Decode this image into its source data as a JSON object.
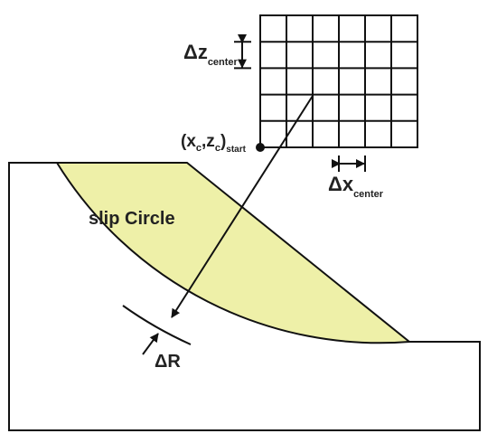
{
  "labels": {
    "slip_circle": "slip Circle",
    "delta_z": "Δz",
    "delta_z_sub": "center",
    "delta_x": "Δx",
    "delta_x_sub": "center",
    "start_open": "(x",
    "start_c1": "c",
    "start_comma": ",z",
    "start_c2": "c",
    "start_close": ")",
    "start_sub": "start",
    "delta_r": "ΔR"
  },
  "grid": {
    "columns": 6,
    "rows": 5
  },
  "colors": {
    "slip_fill": "#eef0a8",
    "line": "#111111",
    "text": "#222222",
    "background": "#ffffff"
  }
}
